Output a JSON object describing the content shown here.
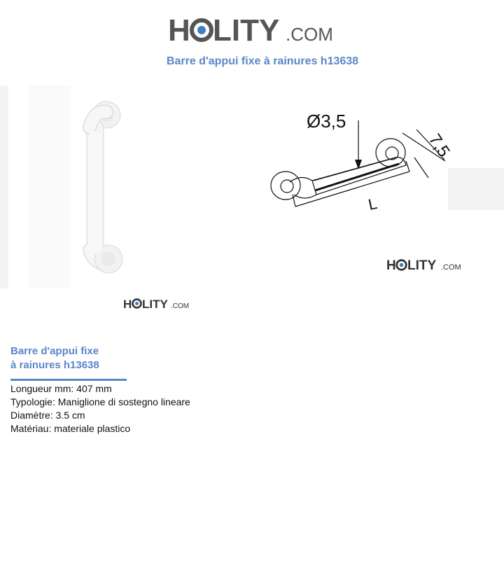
{
  "header": {
    "logo_text": "HOLITY.COM",
    "title": "Barre d'appui fixe à rainures h13638"
  },
  "diagram": {
    "diameter_label": "Ø3,5",
    "depth_label": "7,5",
    "length_label": "L"
  },
  "watermarks": [
    "HOLITY.COM",
    "HOLITY.COM"
  ],
  "product": {
    "heading_line1": "Barre d'appui fixe",
    "heading_line2": "à rainures h13638",
    "specs": [
      {
        "label": "Longueur mm",
        "value": "407 mm"
      },
      {
        "label": "Typologie",
        "value": "Maniglione di sostegno lineare"
      },
      {
        "label": "Diamètre",
        "value": "3.5 cm"
      },
      {
        "label": "Matériau",
        "value": "materiale plastico"
      }
    ]
  },
  "colors": {
    "accent": "#5b86c9",
    "logo_gray": "#555555",
    "logo_blue": "#3d7fc4"
  }
}
